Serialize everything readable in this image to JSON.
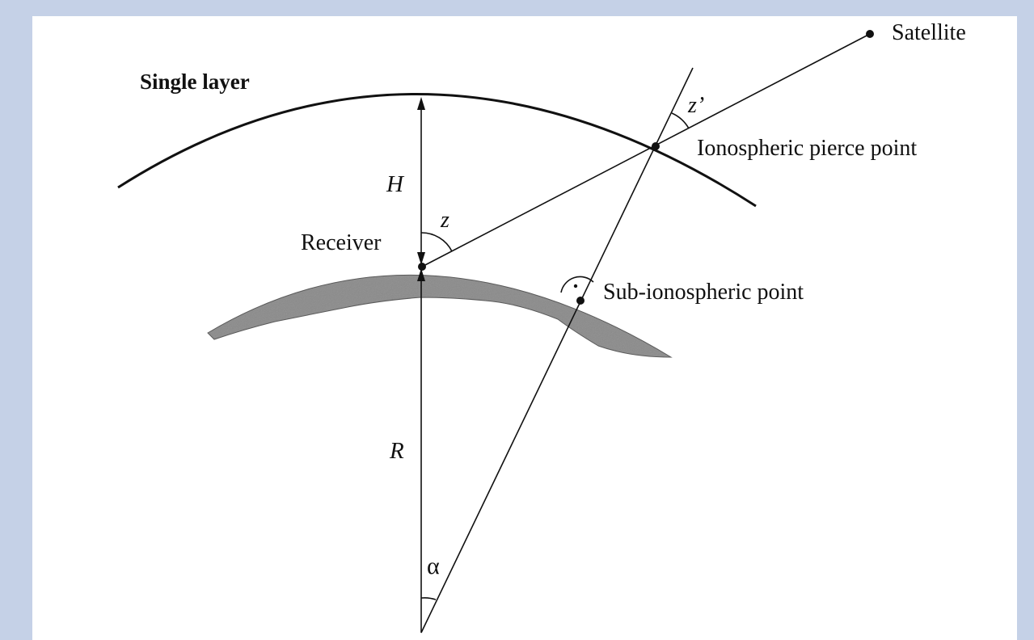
{
  "labels": {
    "single_layer": "Single layer",
    "satellite": "Satellite",
    "ipp": "Ionospheric pierce point",
    "receiver": "Receiver",
    "sub_ionospheric": "Sub-ionospheric point",
    "H": "H",
    "R": "R",
    "z": "z",
    "z_prime": "z’",
    "alpha": "α"
  },
  "colors": {
    "background": "#c5d1e7",
    "panel": "#ffffff",
    "ink": "#111111",
    "earth": "#8a8a8a"
  }
}
